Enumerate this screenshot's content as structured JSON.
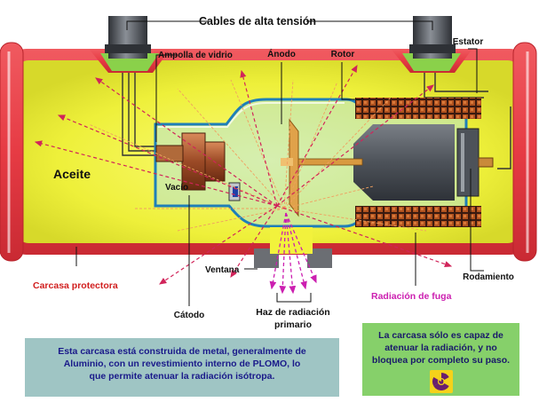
{
  "labels": {
    "cables": "Cables de alta tensión",
    "ampolla": "Ampolla de vidrio",
    "anodo": "Ánodo",
    "rotor": "Rotor",
    "estator": "Estator",
    "aceite": "Aceite",
    "vacio": "Vacío",
    "ventana": "Ventana",
    "rodamiento": "Rodamiento",
    "carcasa": "Carcasa protectora",
    "radiacion_fuga": "Radiación de fuga",
    "catodo": "Cátodo",
    "haz_line1": "Haz de radiación",
    "haz_line2": "primario"
  },
  "notes": {
    "left": [
      "Esta carcasa está construida de metal, generalmente de",
      "Aluminio, con un revestimiento interno de PLOMO, lo",
      "que permite atenuar la radiación isótropa."
    ],
    "right": [
      "La carcasa sólo es capaz de",
      "atenuar la radiación, y no",
      "bloquea por completo su paso."
    ]
  },
  "colors": {
    "housing_red": "#e8424a",
    "oil_yellow": "#f2f23c",
    "glass": "#9fd3e8",
    "leak_label": "#cc1fb0",
    "carcasa_label": "#d11f1f",
    "note_left_bg": "#9fc5c4",
    "note_right_bg": "#86d06a"
  },
  "icons": {
    "radiation": "radiation-trefoil-icon"
  }
}
